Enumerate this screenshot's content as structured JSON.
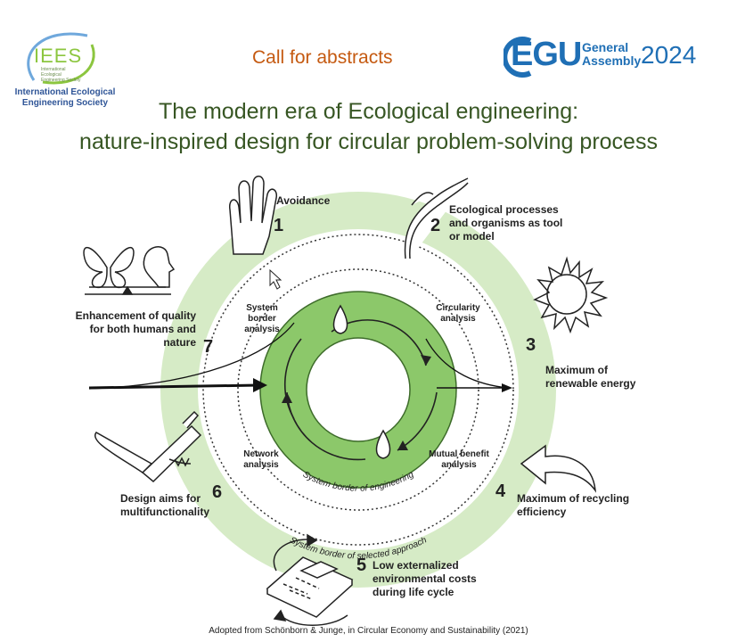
{
  "header": {
    "iees_logo_text": "IEES",
    "iees_logo_subtext": "International Ecological Engineering Society",
    "iees_name": "International Ecological Engineering Society",
    "call": "Call for abstracts",
    "egu_letters": "EGU",
    "egu_general": "General",
    "egu_assembly": "Assembly",
    "egu_year": "2024"
  },
  "title": {
    "line1": "The modern era of Ecological engineering:",
    "line2": "nature-inspired design for circular problem-solving process"
  },
  "principles": [
    {
      "num": "1",
      "label": "Avoidance"
    },
    {
      "num": "2",
      "label": "Ecological processes and organisms as tool or model"
    },
    {
      "num": "3",
      "label": "Maximum of renewable energy"
    },
    {
      "num": "4",
      "label": "Maximum of recycling efficiency"
    },
    {
      "num": "5",
      "label": "Low externalized environmental costs during life cycle"
    },
    {
      "num": "6",
      "label": "Design aims for multifunctionality"
    },
    {
      "num": "7",
      "label": "Enhancement of quality for both humans and nature"
    }
  ],
  "inner": {
    "system_border": "System border analysis",
    "circularity": "Circularity analysis",
    "network": "Network analysis",
    "mutual": "Mutual benefit analysis",
    "border_engineering": "System border of engineering",
    "border_approach": "System border of selected approach"
  },
  "colors": {
    "title_green": "#375623",
    "call_orange": "#c55a11",
    "egu_blue": "#1f6fb5",
    "outer_ring": "#d6ebc6",
    "inner_ring": "#8cc86a"
  },
  "credit": "Adopted from Schönborn & Junge, in Circular Economy and Sustainability (2021)"
}
